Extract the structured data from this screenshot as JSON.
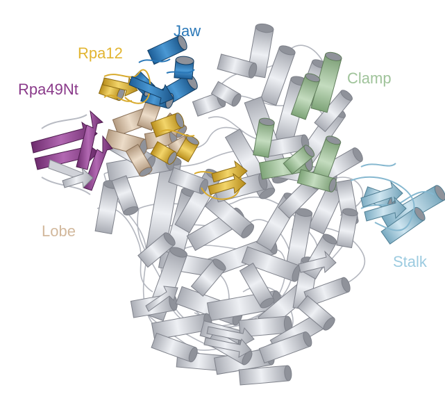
{
  "labels": {
    "jaw": "Jaw",
    "rpa12": "Rpa12",
    "rpa49nt": "Rpa49Nt",
    "clamp": "Clamp",
    "lobe": "Lobe",
    "stalk": "Stalk"
  },
  "colors": {
    "jaw": "#2a78b8",
    "rpa12": "#e2b531",
    "rpa49nt": "#8a3a8a",
    "clamp": "#9fc39a",
    "lobe": "#d2b89c",
    "stalk": "#9ccbe0",
    "core": "#c9cbd2",
    "core_dark": "#9da0a9",
    "outline": "#6b6e76"
  }
}
